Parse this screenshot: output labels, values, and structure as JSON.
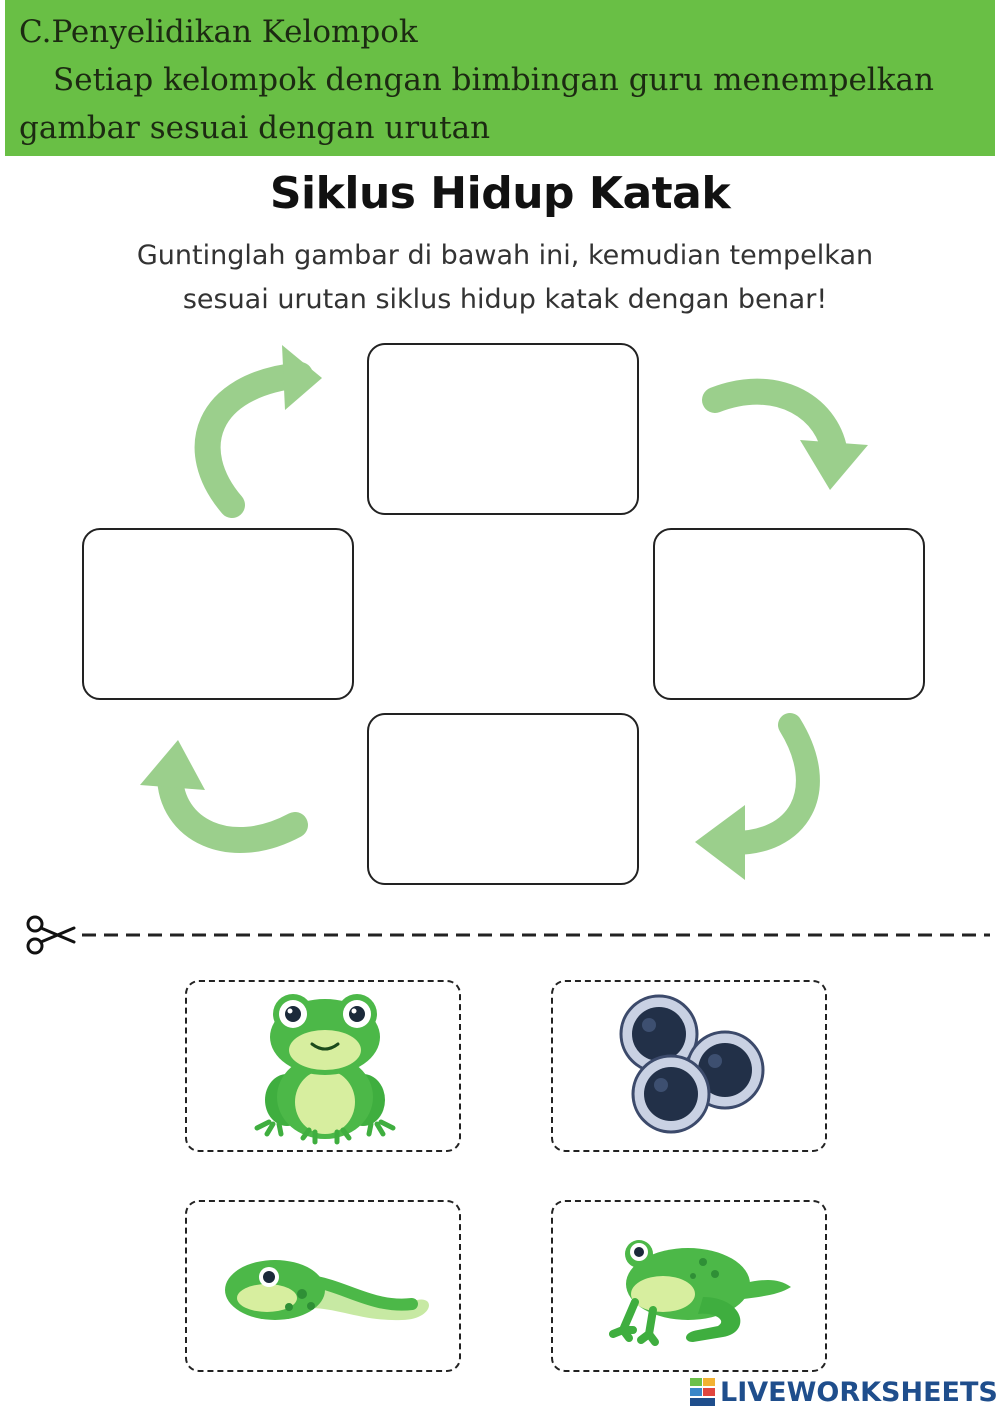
{
  "header": {
    "line1": "C.Penyelidikan Kelompok",
    "line2": "Setiap kelompok dengan bimbingan guru menempelkan",
    "line3": "gambar sesuai dengan urutan",
    "background_color": "#69bf45"
  },
  "worksheet": {
    "title": "Siklus Hidup Katak",
    "instruction_line1": "Guntinglah gambar di bawah ini, kemudian tempelkan",
    "instruction_line2": "sesuai urutan siklus hidup katak dengan benar!"
  },
  "cycle": {
    "slots": [
      "top",
      "right",
      "bottom",
      "left"
    ],
    "arrow_color": "#9bcf8c",
    "arrow_direction": "clockwise"
  },
  "cutouts": {
    "cut_icon": "scissors-icon",
    "cards": [
      {
        "name": "frog-adult",
        "icon": "frog-icon"
      },
      {
        "name": "frog-eggs",
        "icon": "eggs-icon"
      },
      {
        "name": "tadpole",
        "icon": "tadpole-icon"
      },
      {
        "name": "froglet",
        "icon": "froglet-icon"
      }
    ]
  },
  "footer": {
    "brand": "LIVEWORKSHEETS",
    "brand_color": "#1f4e8c"
  }
}
